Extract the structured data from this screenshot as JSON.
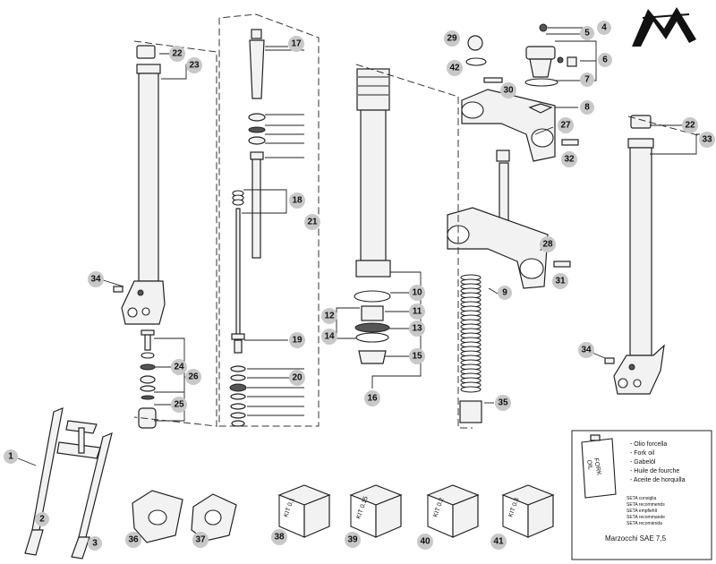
{
  "callouts": [
    {
      "id": "4",
      "label": "4"
    },
    {
      "id": "5",
      "label": "5"
    },
    {
      "id": "6",
      "label": "6"
    },
    {
      "id": "7",
      "label": "7"
    },
    {
      "id": "8",
      "label": "8"
    },
    {
      "id": "9",
      "label": "9"
    },
    {
      "id": "10",
      "label": "10"
    },
    {
      "id": "11",
      "label": "11"
    },
    {
      "id": "12",
      "label": "12"
    },
    {
      "id": "13",
      "label": "13"
    },
    {
      "id": "14",
      "label": "14"
    },
    {
      "id": "15",
      "label": "15"
    },
    {
      "id": "16",
      "label": "16"
    },
    {
      "id": "17",
      "label": "17"
    },
    {
      "id": "18",
      "label": "18"
    },
    {
      "id": "19",
      "label": "19"
    },
    {
      "id": "20",
      "label": "20"
    },
    {
      "id": "21",
      "label": "21"
    },
    {
      "id": "22a",
      "label": "22"
    },
    {
      "id": "22b",
      "label": "22"
    },
    {
      "id": "23",
      "label": "23"
    },
    {
      "id": "24",
      "label": "24"
    },
    {
      "id": "25",
      "label": "25"
    },
    {
      "id": "26",
      "label": "26"
    },
    {
      "id": "27",
      "label": "27"
    },
    {
      "id": "28",
      "label": "28"
    },
    {
      "id": "29",
      "label": "29"
    },
    {
      "id": "30",
      "label": "30"
    },
    {
      "id": "31",
      "label": "31"
    },
    {
      "id": "32",
      "label": "32"
    },
    {
      "id": "33",
      "label": "33"
    },
    {
      "id": "34a",
      "label": "34"
    },
    {
      "id": "34b",
      "label": "34"
    },
    {
      "id": "35",
      "label": "35"
    },
    {
      "id": "36",
      "label": "36"
    },
    {
      "id": "37",
      "label": "37"
    },
    {
      "id": "38",
      "label": "38"
    },
    {
      "id": "39",
      "label": "39"
    },
    {
      "id": "40",
      "label": "40"
    },
    {
      "id": "41",
      "label": "41"
    },
    {
      "id": "42",
      "label": "42"
    },
    {
      "id": "1",
      "label": "1"
    },
    {
      "id": "2",
      "label": "2"
    },
    {
      "id": "3",
      "label": "3"
    }
  ],
  "kits": {
    "k38": "KIT 0.1",
    "k39": "KIT 0.15",
    "k40": "KIT 0.2",
    "k41": "KIT 0.3"
  },
  "oil_box": {
    "can_label_1": "FORK",
    "can_label_2": "OIL",
    "languages": [
      "- Olio forcella",
      "- Fork oil",
      "- Gabelöl",
      "- Huile de fourche",
      "- Aceite de horquilla"
    ],
    "small_text": [
      "SETA consiglia",
      "SETA recommends",
      "SETA empfiehlt",
      "SETA recommande",
      "SETA recomienda"
    ],
    "product": "Marzocchi SAE 7,5"
  },
  "logo_icon": "m-logo-icon"
}
